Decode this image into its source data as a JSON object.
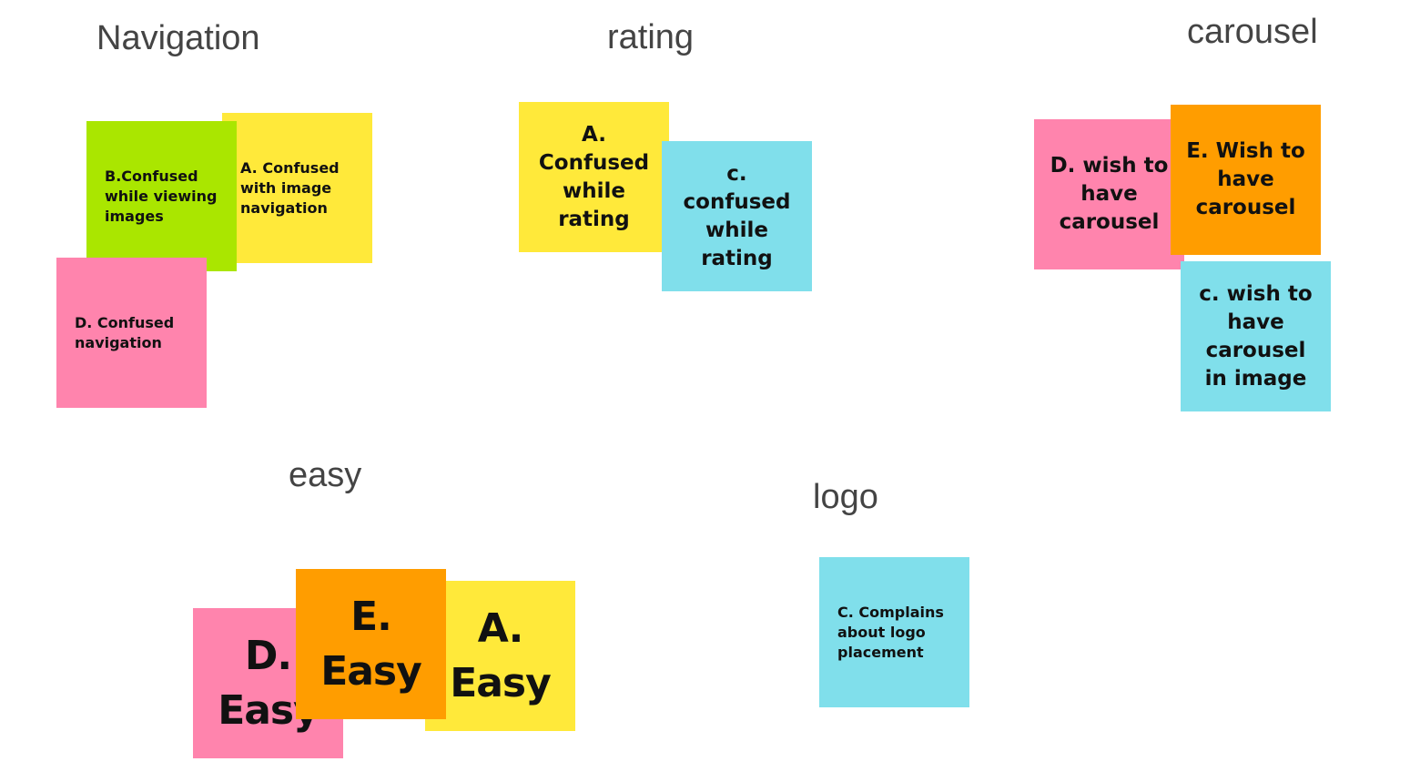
{
  "colors": {
    "yellow": "#ffe93a",
    "green": "#aae600",
    "pink": "#ff84ad",
    "blue": "#80dfeb",
    "orange": "#ff9d00",
    "title_text": "#444444"
  },
  "groups": {
    "navigation": {
      "title": "Navigation",
      "notes": [
        {
          "color": "yellow",
          "text": "A. Confused\nwith  image\nnavigation"
        },
        {
          "color": "green",
          "text": "B.Confused\nwhile viewing\nimages"
        },
        {
          "color": "pink",
          "text": "D. Confused\nnavigation"
        }
      ]
    },
    "rating": {
      "title": "rating",
      "notes": [
        {
          "color": "yellow",
          "text": "A.\nConfused\nwhile\nrating"
        },
        {
          "color": "blue",
          "text": "c.\nconfused\nwhile\nrating"
        }
      ]
    },
    "carousel": {
      "title": "carousel",
      "notes": [
        {
          "color": "pink",
          "text": "D. wish to\nhave\ncarousel"
        },
        {
          "color": "orange",
          "text": "E. Wish to\nhave\ncarousel"
        },
        {
          "color": "blue",
          "text": "c. wish to\nhave\ncarousel\nin image"
        }
      ]
    },
    "easy": {
      "title": "easy",
      "notes": [
        {
          "color": "pink",
          "text": "D.\nEasy"
        },
        {
          "color": "yellow",
          "text": "A.\nEasy"
        },
        {
          "color": "orange",
          "text": "E.\nEasy"
        }
      ]
    },
    "logo": {
      "title": "logo",
      "notes": [
        {
          "color": "blue",
          "text": "C. Complains\nabout logo\nplacement"
        }
      ]
    }
  }
}
